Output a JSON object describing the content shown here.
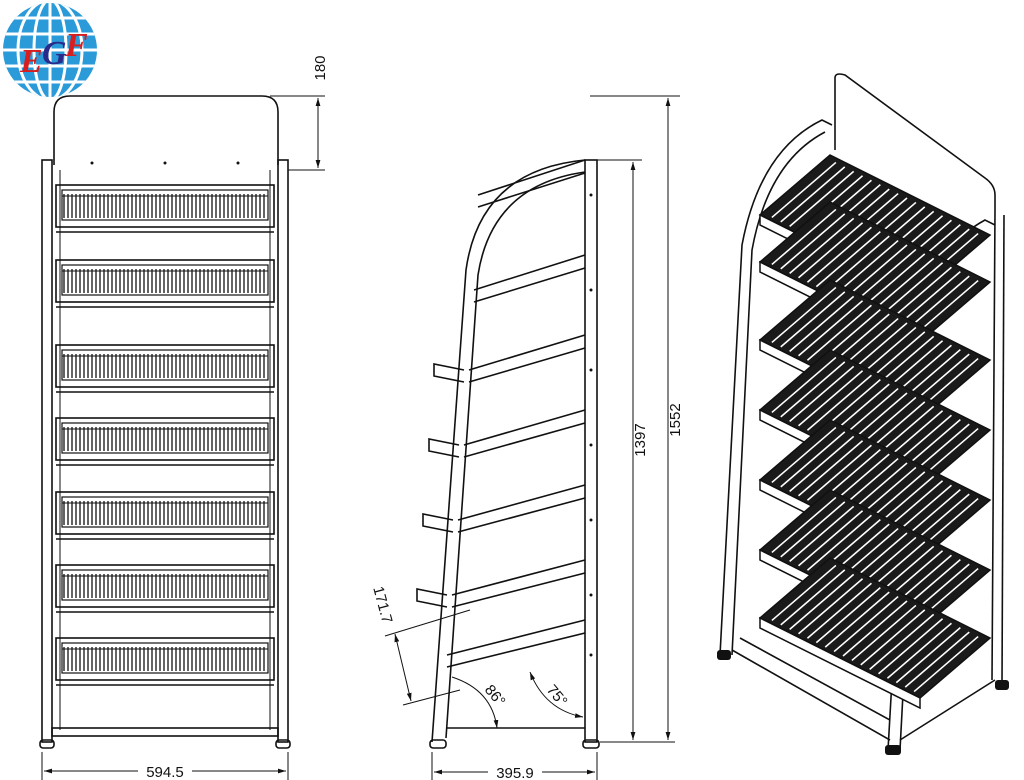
{
  "logo": {
    "text": "EGF",
    "globe_color": "#2a9ad8",
    "letter_colors": [
      "#d81e1e",
      "#2a2a8a",
      "#d81e1e"
    ]
  },
  "front_view": {
    "width_label": "594.5",
    "header_height_label": "180"
  },
  "side_view": {
    "depth_label": "395.9",
    "total_height_label": "1552",
    "frame_height_label": "1397",
    "shelf_spacing_label": "171.7",
    "front_angle_label": "86°",
    "shelf_angle_label": "75°"
  },
  "shelf_count": 7
}
